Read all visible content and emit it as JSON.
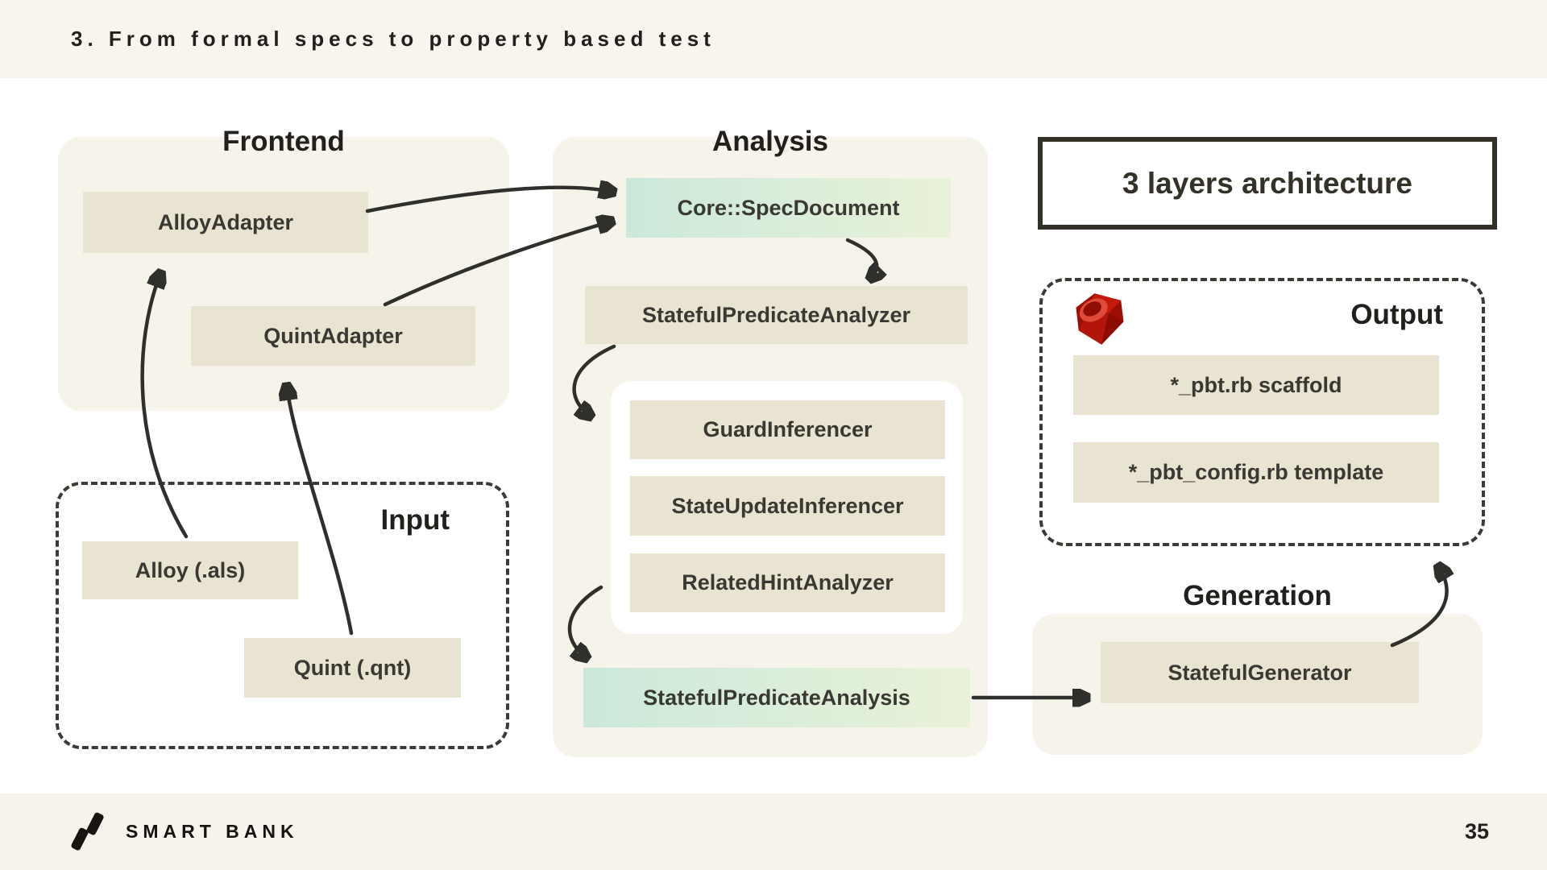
{
  "slide": {
    "title": "3. From formal specs to property based test",
    "page_number": "35",
    "footer_logo_text": "SMART BANK",
    "footer_logo_icon": "smartbank-mark-icon"
  },
  "colors": {
    "band_bg": "#f8f5ee",
    "panel_bg": "#f6f3eb",
    "node_beige": "#e9e3d2",
    "node_green_start": "#cbe8db",
    "node_green_end": "#e9f2d8",
    "arrow": "#2f2f2c",
    "border_dark": "#333127",
    "ruby_red": "#c41a0b",
    "text_dark": "#21201d"
  },
  "diagram": {
    "architecture_label": "3 layers architecture",
    "frontend": {
      "title": "Frontend",
      "nodes": {
        "alloy_adapter": "AlloyAdapter",
        "quint_adapter": "QuintAdapter"
      }
    },
    "analysis": {
      "title": "Analysis",
      "nodes": {
        "core_spec_document": "Core::SpecDocument",
        "stateful_predicate_analyzer": "StatefulPredicateAnalyzer",
        "guard_inferencer": "GuardInferencer",
        "state_update_inferencer": "StateUpdateInferencer",
        "related_hint_analyzer": "RelatedHintAnalyzer",
        "stateful_predicate_analysis": "StatefulPredicateAnalysis"
      }
    },
    "input": {
      "title": "Input",
      "nodes": {
        "alloy_file": "Alloy (.als)",
        "quint_file": "Quint (.qnt)"
      }
    },
    "output": {
      "title": "Output",
      "icon": "ruby-icon",
      "nodes": {
        "pbt_scaffold": "*_pbt.rb scaffold",
        "pbt_config_template": "*_pbt_config.rb template"
      }
    },
    "generation": {
      "title": "Generation",
      "nodes": {
        "stateful_generator": "StatefulGenerator"
      }
    }
  }
}
